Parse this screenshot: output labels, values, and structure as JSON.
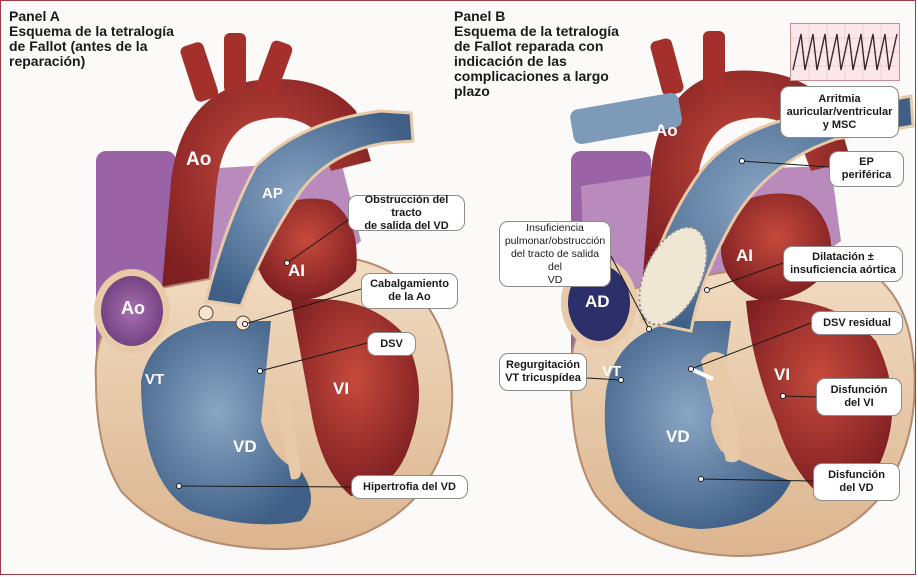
{
  "panel_a": {
    "title": "Panel A",
    "subtitle_lines": [
      "Esquema de la tetralogía",
      "de Fallot (antes de la",
      "reparación)"
    ],
    "structures": {
      "ao_top": "Ao",
      "ap": "AP",
      "ao_left": "Ao",
      "ai": "AI",
      "vt": "VT",
      "vi": "VI",
      "vd": "VD"
    },
    "callouts": {
      "obstruccion": [
        "Obstrucción del tracto",
        "de salida del VD"
      ],
      "cabalgamiento": [
        "Cabalgamiento",
        "de la Ao"
      ],
      "dsv": "DSV",
      "hipertrofia": "Hipertrofia del VD"
    }
  },
  "panel_b": {
    "title": "Panel B",
    "subtitle_lines": [
      "Esquema de la tetralogía",
      "de Fallot reparada con",
      "indicación de las",
      "complicaciones a largo",
      "plazo"
    ],
    "structures": {
      "ao": "Ao",
      "ad": "AD",
      "ai": "AI",
      "vt": "VT",
      "vi": "VI",
      "vd": "VD"
    },
    "callouts": {
      "arritmia": [
        "Arritmia",
        "auricular/ventricular",
        "y MSC"
      ],
      "ep": [
        "EP",
        "periférica"
      ],
      "insuficiencia_pulmonar": [
        "Insuficiencia",
        "pulmonar/obstrucción",
        "del tracto de salida del",
        "VD"
      ],
      "dilatacion": [
        "Dilatación ±",
        "insuficiencia aórtica"
      ],
      "dsv_residual": "DSV residual",
      "regurgitacion": [
        "Regurgitación",
        "VT tricuspídea"
      ],
      "disfuncion_vi": [
        "Disfunción",
        "del VI"
      ],
      "disfuncion_vd": [
        "Disfunción",
        "del VD"
      ]
    }
  },
  "colors": {
    "aorta_red": "#b2372f",
    "pulmonary_blue": "#6d8cad",
    "myocardium_tan": "#e8c9a8",
    "atrium_purple": "#8e5a9a",
    "frame_border": "#a23a45"
  }
}
